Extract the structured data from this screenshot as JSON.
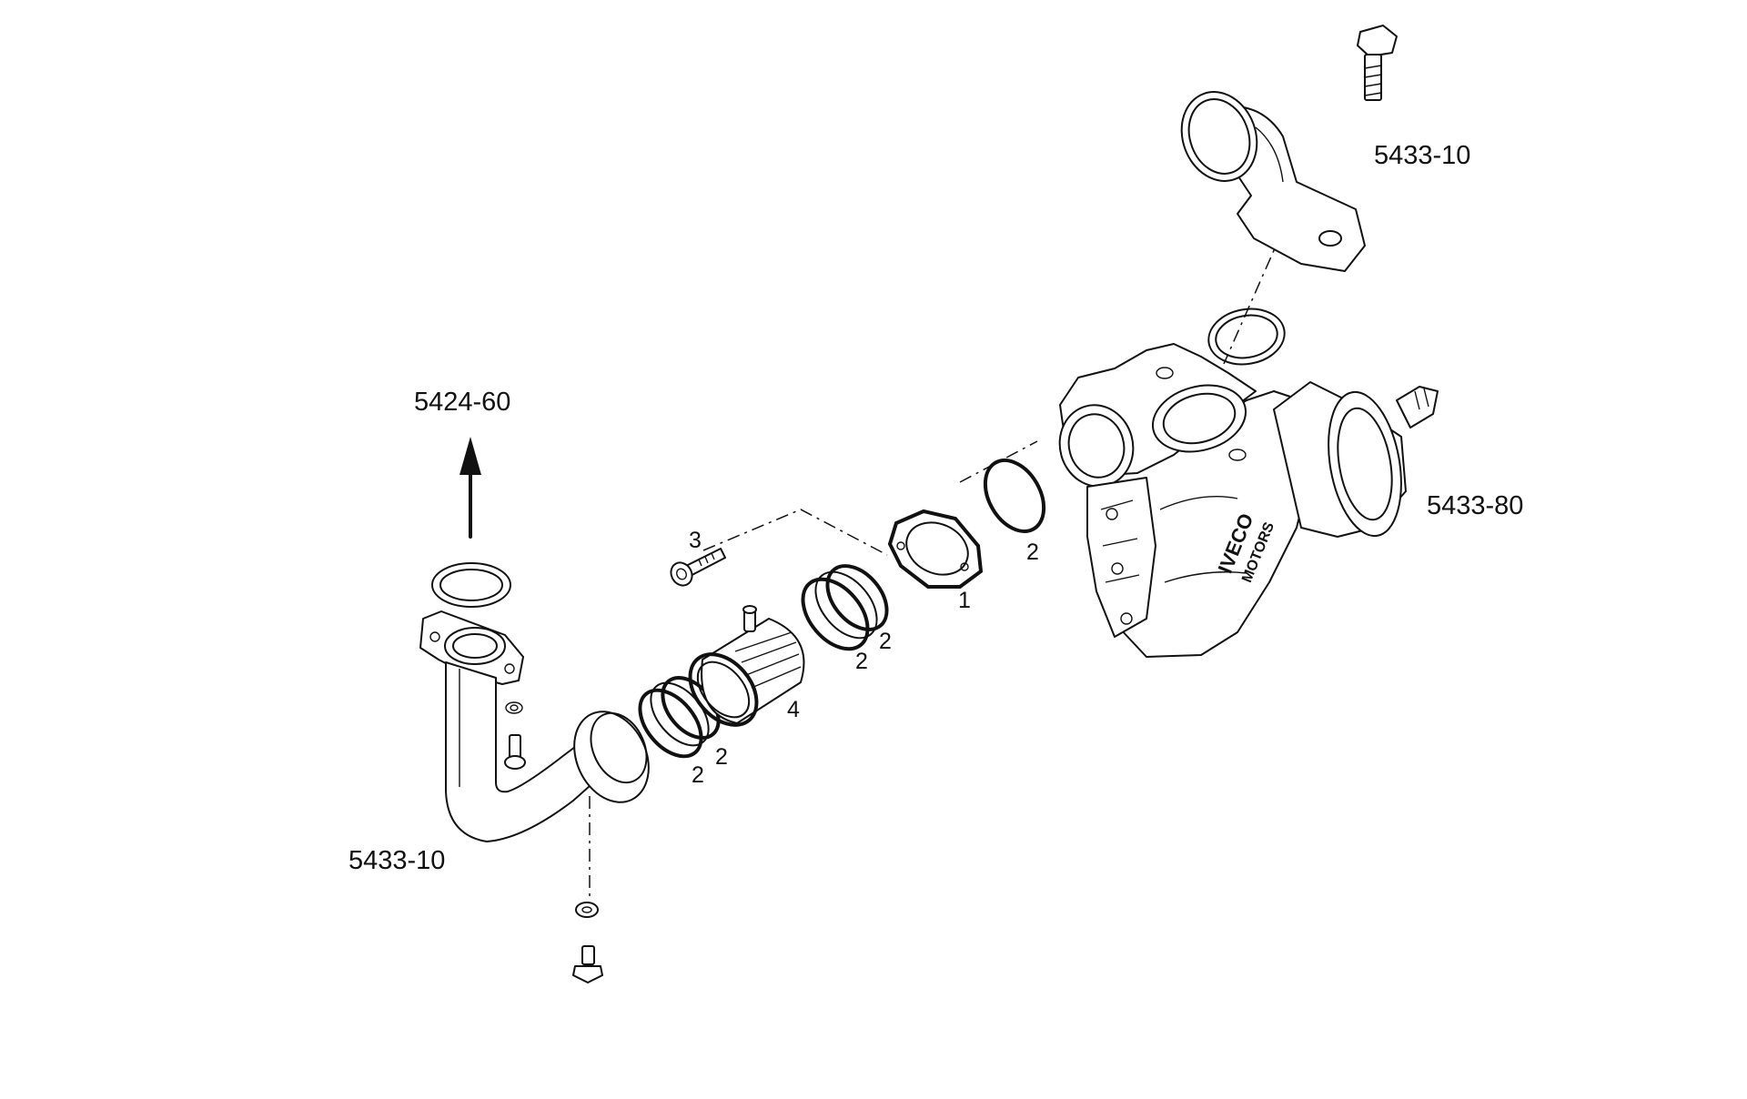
{
  "diagram": {
    "group_labels": {
      "pipe_top_ref": "5424-60",
      "outlet_elbow": "5433-10",
      "pump_assembly": "5433-80",
      "inlet_pipe": "5433-10"
    },
    "part_numbers": {
      "flange_gasket": "1",
      "ring_a": "2",
      "ring_b": "2",
      "ring_c": "2",
      "ring_d": "2",
      "ring_e": "2",
      "screw": "3",
      "bellows": "4"
    },
    "housing_mark_line1": "IVECO",
    "housing_mark_line2": "MOTORS",
    "colors": {
      "ink": "#111111",
      "paper": "#ffffff"
    }
  }
}
